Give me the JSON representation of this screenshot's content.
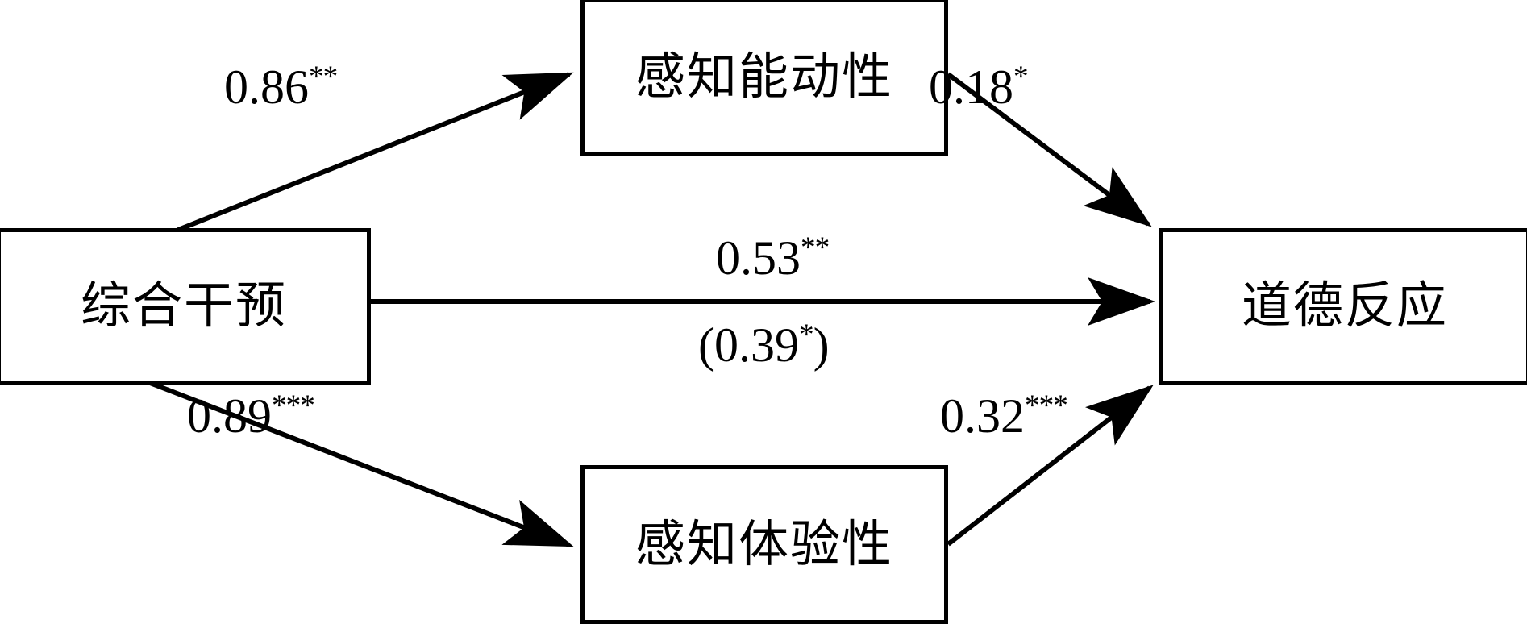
{
  "diagram": {
    "type": "path-model",
    "background_color": "#ffffff",
    "line_color": "#000000",
    "nodes": [
      {
        "id": "intervention",
        "label": "综合干预",
        "role": "predictor"
      },
      {
        "id": "agency",
        "label": "感知能动性",
        "role": "mediator-upper"
      },
      {
        "id": "experience",
        "label": "感知体验性",
        "role": "mediator-lower"
      },
      {
        "id": "moral",
        "label": "道德反应",
        "role": "outcome"
      }
    ],
    "edges": [
      {
        "id": "a1",
        "from": "intervention",
        "to": "agency",
        "coefficient": "0.86",
        "stars": "**",
        "label": "0.86**"
      },
      {
        "id": "b1",
        "from": "agency",
        "to": "moral",
        "coefficient": "0.18",
        "stars": "*",
        "label": "0.18*"
      },
      {
        "id": "c",
        "from": "intervention",
        "to": "moral",
        "coefficient": "0.53",
        "stars": "**",
        "label": "0.53**"
      },
      {
        "id": "c2",
        "from": "intervention",
        "to": "moral",
        "coefficient": "(0.39",
        "stars": "*",
        "label": "(0.39*)",
        "note": "direct-effect-controlled"
      },
      {
        "id": "a2",
        "from": "intervention",
        "to": "experience",
        "coefficient": "0.89",
        "stars": "***",
        "label": "0.89***"
      },
      {
        "id": "b2",
        "from": "experience",
        "to": "moral",
        "coefficient": "0.32",
        "stars": "***",
        "label": "0.32***"
      }
    ],
    "labels": {
      "a1_value": "0.86",
      "a1_stars": "**",
      "b1_value": "0.18",
      "b1_stars": "*",
      "c_value": "0.53",
      "c_stars": "**",
      "c2_open": "(0.39",
      "c2_stars": "*",
      "c2_close": ")",
      "a2_value": "0.89",
      "a2_stars": "***",
      "b2_value": "0.32",
      "b2_stars": "***"
    }
  }
}
